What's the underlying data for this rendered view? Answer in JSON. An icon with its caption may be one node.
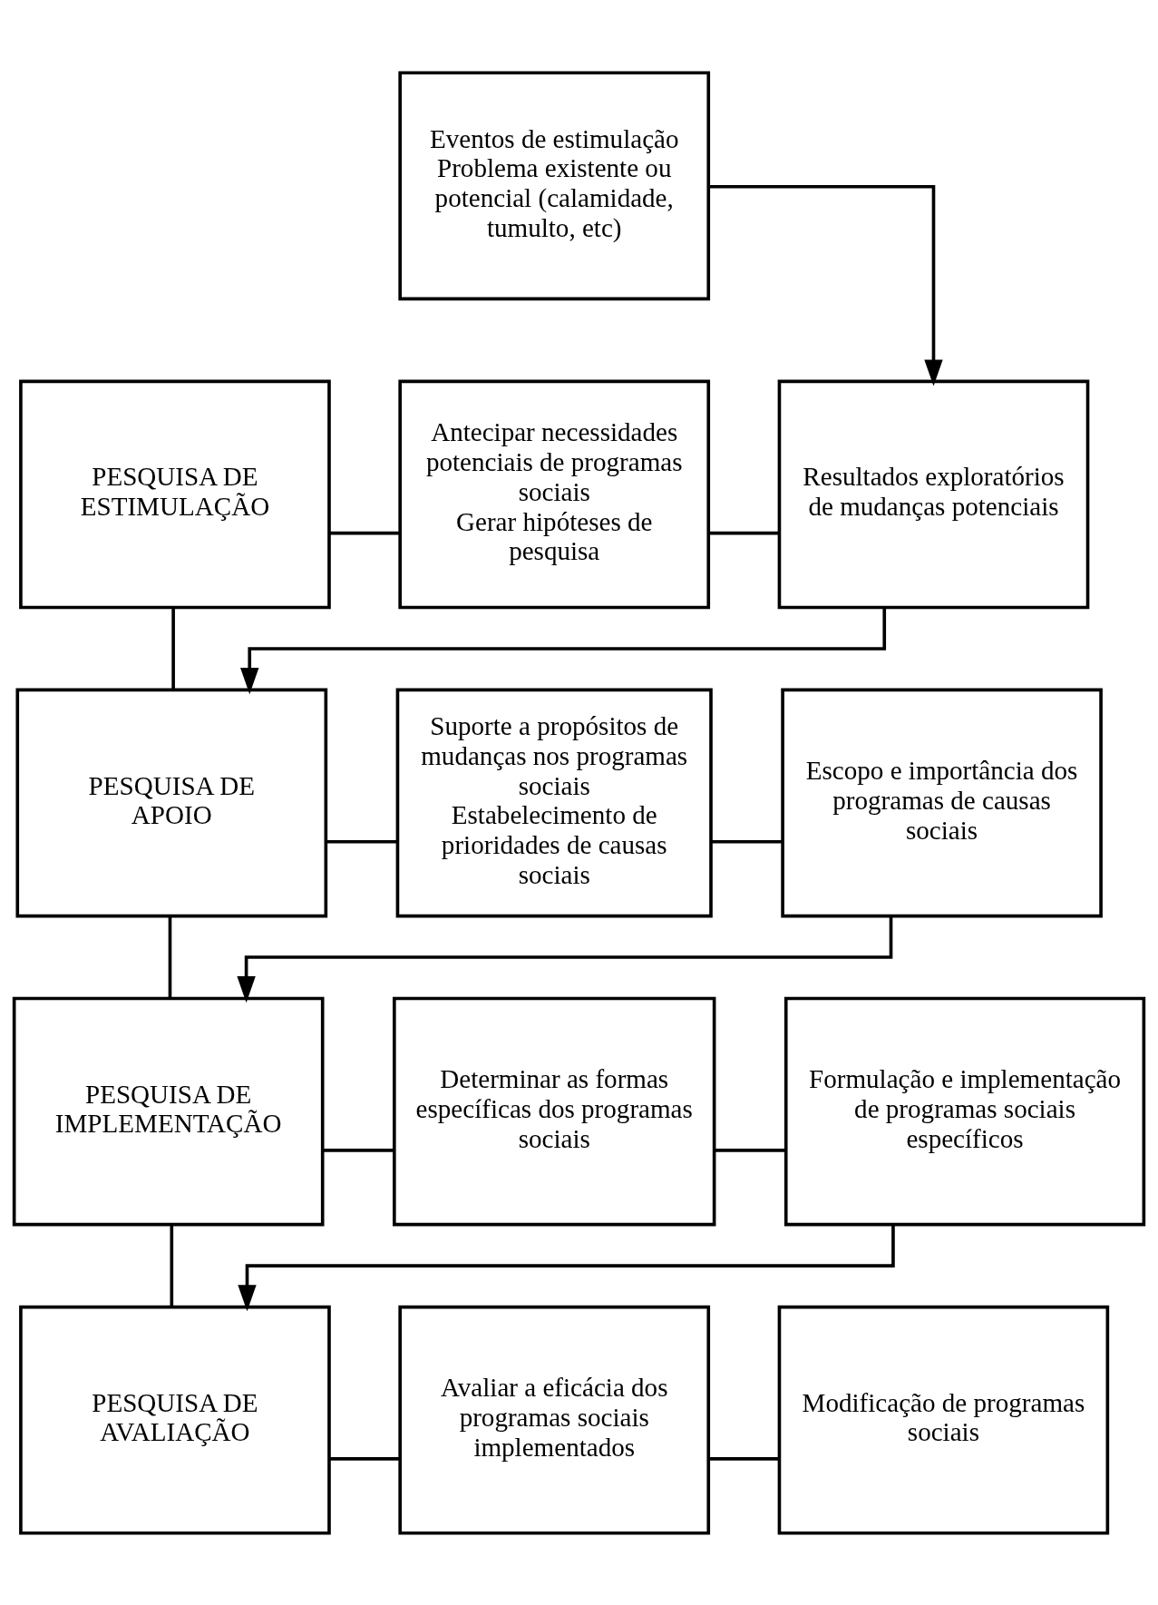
{
  "diagram": {
    "nodes": [
      {
        "text": [
          "Eventos de estimulação",
          "Problema existente ou potencial (calamidade, tumulto, etc)"
        ]
      },
      {
        "text": [
          "PESQUISA DE ESTIMULAÇÃO"
        ]
      },
      {
        "text": [
          "Antecipar necessidades potenciais de programas sociais",
          "Gerar hipóteses de pesquisa"
        ]
      },
      {
        "text": [
          "Resultados exploratórios de mudanças potenciais"
        ]
      },
      {
        "text": [
          "PESQUISA DE APOIO"
        ]
      },
      {
        "text": [
          "Suporte a propósitos de mudanças nos programas sociais",
          "Estabelecimento de prioridades de causas sociais"
        ]
      },
      {
        "text": [
          "Escopo e importância dos programas de causas sociais"
        ]
      },
      {
        "text": [
          "PESQUISA DE IMPLEMENTAÇÃO"
        ]
      },
      {
        "text": [
          "Determinar as formas específicas dos programas sociais"
        ]
      },
      {
        "text": [
          "Formulação e implementação de programas sociais específicos"
        ]
      },
      {
        "text": [
          "PESQUISA DE AVALIAÇÃO"
        ]
      },
      {
        "text": [
          "Avaliar a eficácia dos programas sociais implementados"
        ]
      },
      {
        "text": [
          "Modificação de programas sociais"
        ]
      }
    ],
    "edges": [
      {
        "from": 0,
        "to": 3,
        "arrow": "to"
      },
      {
        "from": 1,
        "to": 2,
        "arrow": "none"
      },
      {
        "from": 2,
        "to": 3,
        "arrow": "none"
      },
      {
        "from": 3,
        "to": 4,
        "arrow": "to"
      },
      {
        "from": 4,
        "to": 5,
        "arrow": "none"
      },
      {
        "from": 5,
        "to": 6,
        "arrow": "none"
      },
      {
        "from": 6,
        "to": 7,
        "arrow": "to"
      },
      {
        "from": 7,
        "to": 8,
        "arrow": "none"
      },
      {
        "from": 8,
        "to": 9,
        "arrow": "none"
      },
      {
        "from": 9,
        "to": 10,
        "arrow": "to"
      },
      {
        "from": 10,
        "to": 11,
        "arrow": "none"
      },
      {
        "from": 11,
        "to": 12,
        "arrow": "none"
      },
      {
        "from": 1,
        "to": 4,
        "arrow": "none"
      },
      {
        "from": 4,
        "to": 7,
        "arrow": "none"
      },
      {
        "from": 7,
        "to": 10,
        "arrow": "none"
      }
    ]
  }
}
